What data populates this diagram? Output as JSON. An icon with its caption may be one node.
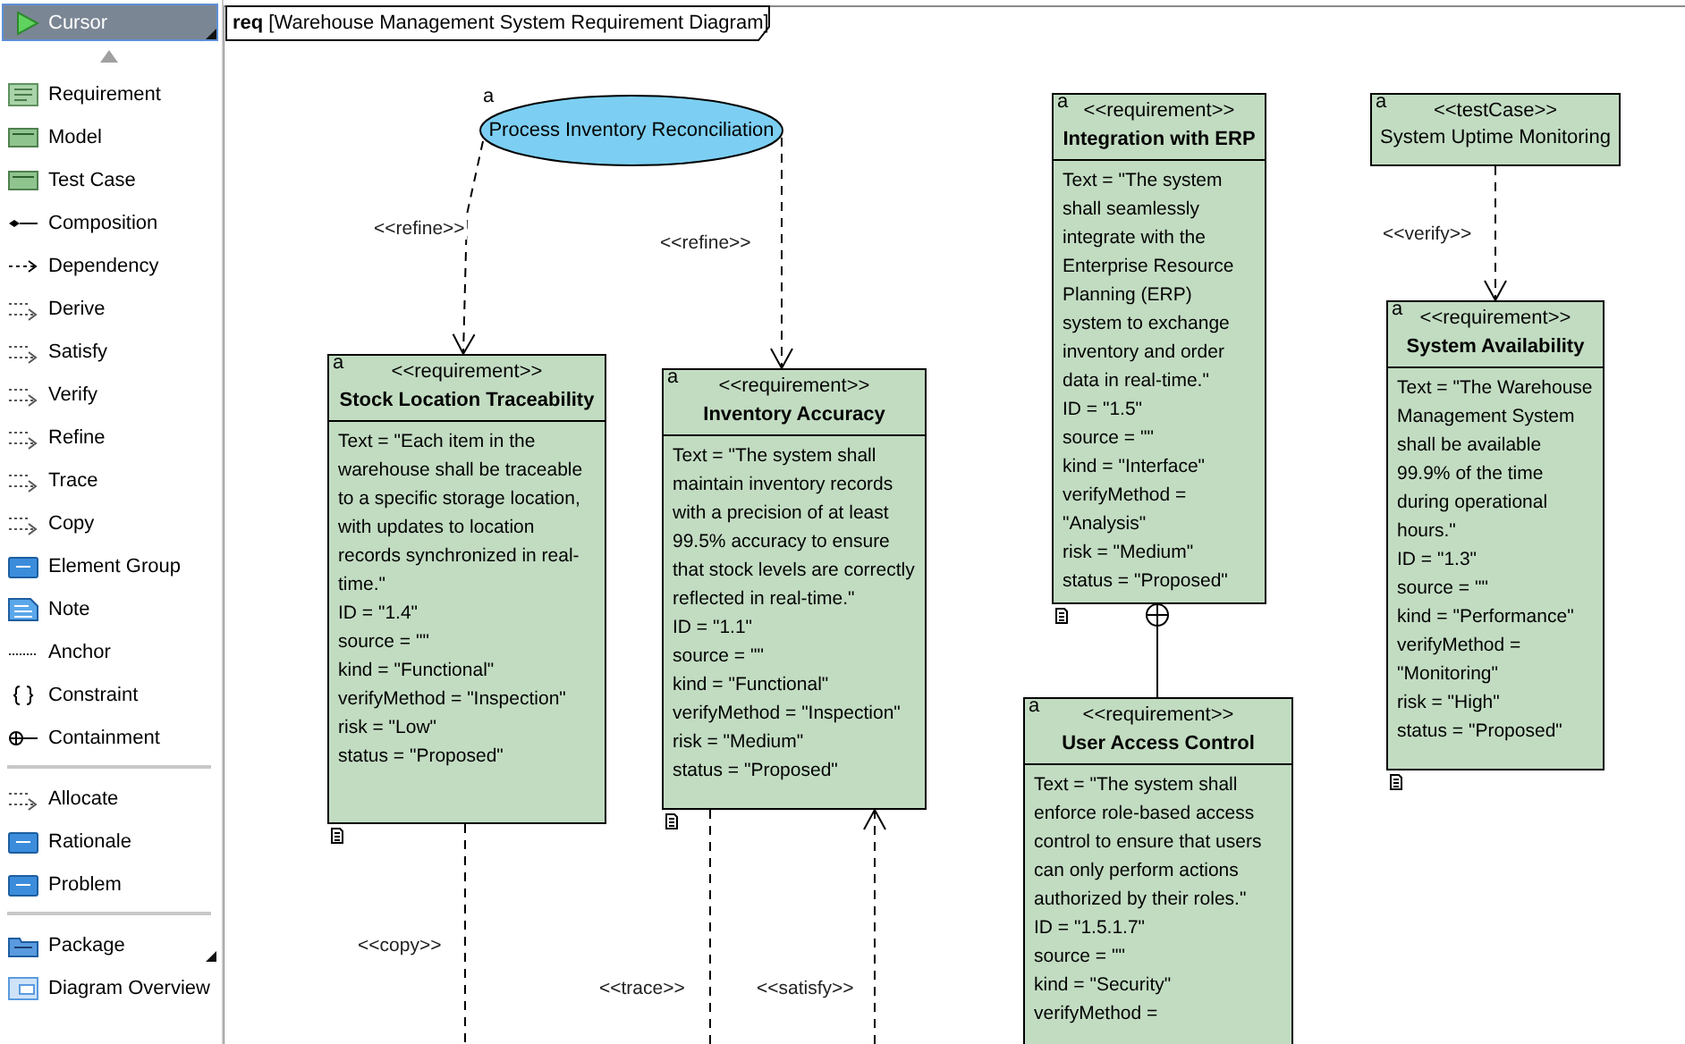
{
  "diagram": {
    "title": "**req** [Warehouse Management System Requirement Diagram]",
    "nodes": [
      {
        "text": [
          "Process Inventory Reconciliation"
        ],
        "beside": [
          "a"
        ]
      },
      {
        "text": [
          "a",
          "<<requirement>>",
          "Stock Location Traceability",
          "Text = \"Each item in the warehouse shall be traceable to a specific storage location, with updates to location records synchronized in real-time.\"",
          "ID = \"1.4\"",
          "source = \"\"",
          "kind = \"Functional\"",
          "verifyMethod = \"Inspection\"",
          "risk = \"Low\"",
          "status = \"Proposed\""
        ]
      },
      {
        "text": [
          "a",
          "<<requirement>>",
          "Inventory Accuracy",
          "Text = \"The system shall maintain inventory records with a precision of at least 99.5% accuracy to ensure that stock levels are correctly reflected in real-time.\"",
          "ID = \"1.1\"",
          "source = \"\"",
          "kind = \"Functional\"",
          "verifyMethod = \"Inspection\"",
          "risk = \"Medium\"",
          "status = \"Proposed\""
        ]
      },
      {
        "text": [
          "a",
          "<<requirement>>",
          "Integration with ERP",
          "Text = \"The system shall seamlessly integrate with the Enterprise Resource Planning (ERP) system to exchange inventory and order data in real-time.\"",
          "ID = \"1.5\"",
          "source = \"\"",
          "kind = \"Interface\"",
          "verifyMethod = \"Analysis\"",
          "risk = \"Medium\"",
          "status = \"Proposed\""
        ]
      },
      {
        "text": [
          "a",
          "<<requirement>>",
          "User Access Control",
          "Text = \"The system shall enforce role-based access control to ensure that users can only perform actions authorized by their roles.\"",
          "ID = \"1.5.1.7\"",
          "source = \"\"",
          "kind = \"Security\"",
          "verifyMethod ="
        ]
      },
      {
        "text": [
          "a",
          "<<testCase>>",
          "System Uptime Monitoring"
        ]
      },
      {
        "text": [
          "a",
          "<<requirement>>",
          "System Availability",
          "Text = \"The Warehouse Management System shall be available 99.9% of the time during operational hours.\"",
          "ID = \"1.3\"",
          "source = \"\"",
          "kind = \"Performance\"",
          "verifyMethod = \"Monitoring\"",
          "risk = \"High\"",
          "status = \"Proposed\""
        ]
      }
    ],
    "edges": [
      {
        "from": 0,
        "to": 1,
        "arrow": "to",
        "label": "<<refine>>",
        "style": "dashed"
      },
      {
        "from": 0,
        "to": 2,
        "arrow": "to",
        "label": "<<refine>>",
        "style": "dashed"
      },
      {
        "from": 5,
        "to": 6,
        "arrow": "to",
        "label": "<<verify>>",
        "style": "dashed"
      },
      {
        "from": 4,
        "to": 3,
        "arrow": "other"
      },
      {
        "from": 1,
        "to": null,
        "arrow": "none",
        "label": "<<copy>>",
        "style": "dashed"
      },
      {
        "from": 2,
        "to": null,
        "arrow": "none",
        "label": "<<trace>>",
        "style": "dashed"
      },
      {
        "from": null,
        "to": 2,
        "arrow": "to",
        "label": "<<satisfy>>",
        "style": "dashed"
      }
    ],
    "labels": [
      "Cursor",
      "Requirement",
      "Model",
      "Test Case",
      "Composition",
      "Dependency",
      "Derive",
      "Satisfy",
      "Verify",
      "Refine",
      "Trace",
      "Copy",
      "Element Group",
      "Note",
      "Anchor",
      "Constraint",
      "Containment",
      "Allocate",
      "Rationale",
      "Problem",
      "Package",
      "Diagram Overview"
    ]
  }
}
